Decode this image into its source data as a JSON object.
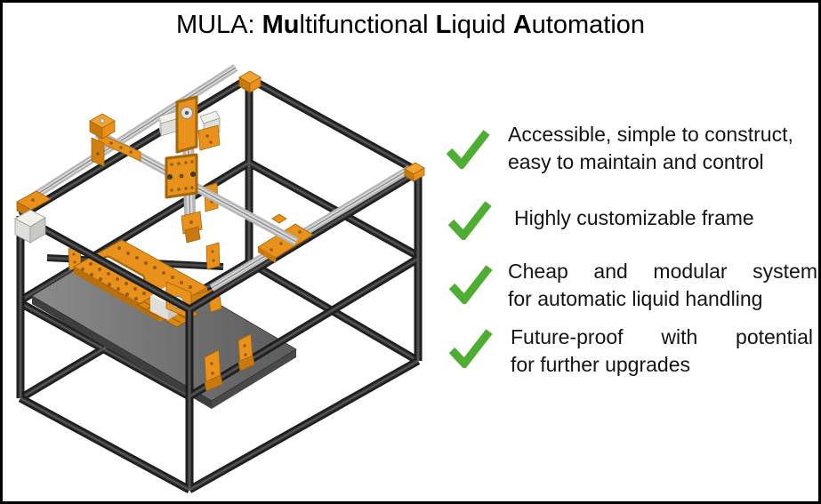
{
  "slide": {
    "title": {
      "t1": "MULA: ",
      "b1": "Mu",
      "t2": "ltifunctional ",
      "b2": "L",
      "t3": "iquid ",
      "b3": "A",
      "t4": "utomation"
    },
    "bullets": [
      {
        "lines": [
          "Accessible, simple to construct,",
          "easy to maintain and control"
        ]
      },
      {
        "lines": [
          "Highly customizable frame"
        ]
      },
      {
        "lines": [
          "Cheap and modular system",
          "for automatic liquid handling"
        ]
      },
      {
        "lines": [
          "Future-proof with potential",
          "for further upgrades"
        ]
      }
    ],
    "illustration": {
      "description": "Isometric CAD render of the MULA machine: black aluminium extrusion box frame, silver gantry rails with orange 3D-printed brackets and carriages, stepper motors, and a grey mid-level deck carrying an orange perforated tray"
    },
    "colors": {
      "checkmark_green": "#4DAE32",
      "machine_orange": "#E8921B",
      "frame_black": "#1F1F1F",
      "rail_silver": "#C6C6C6",
      "deck_grey": "#6C6C6C",
      "background": "#FFFFFF",
      "border": "#000000"
    }
  }
}
